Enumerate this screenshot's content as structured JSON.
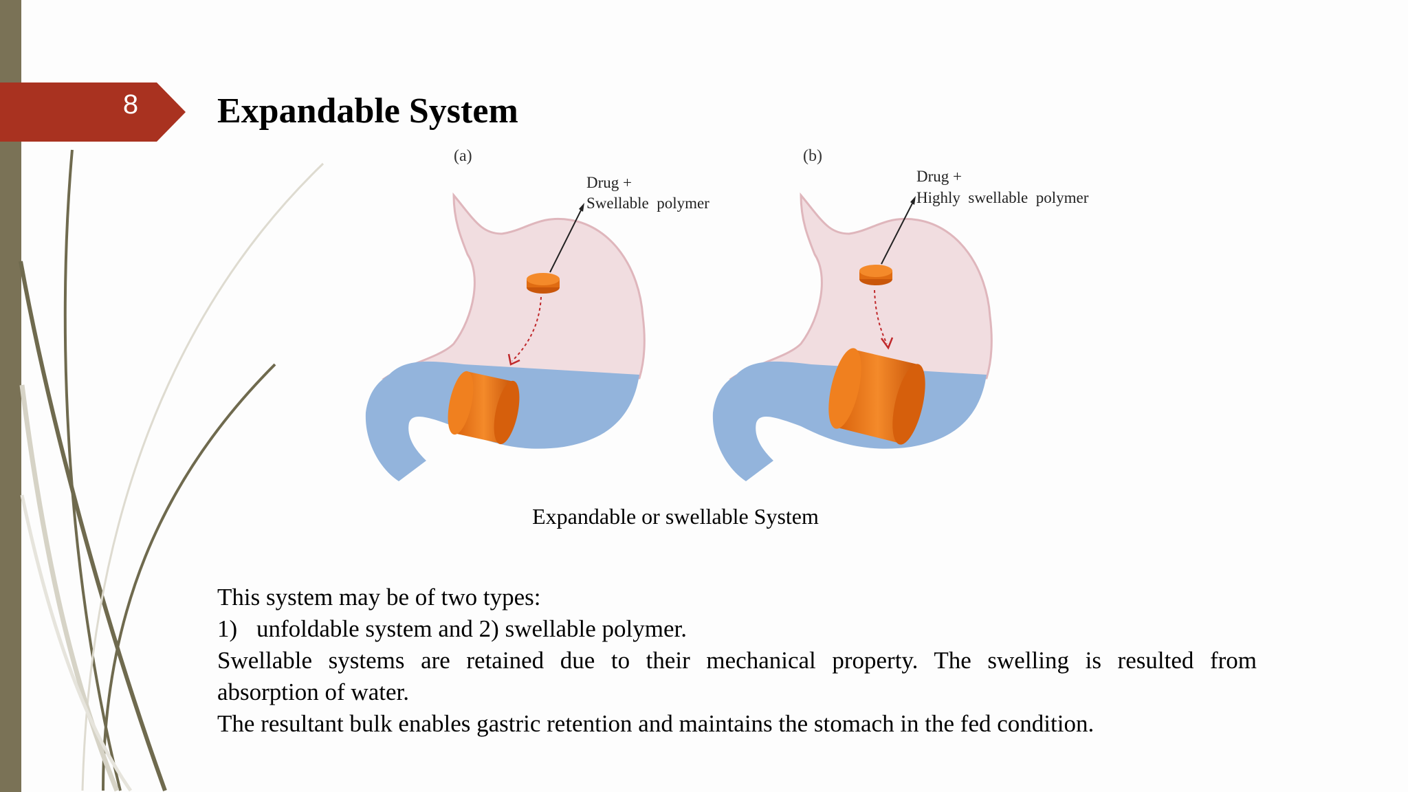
{
  "slide": {
    "number": "8",
    "title": "Expandable System"
  },
  "figure": {
    "panel_a": {
      "label": "(a)",
      "callout_line1": "Drug +",
      "callout_line2": "Swellable  polymer"
    },
    "panel_b": {
      "label": "(b)",
      "callout_line1": "Drug +",
      "callout_line2": "Highly  swellable  polymer"
    },
    "caption": "Expandable or swellable System"
  },
  "body": {
    "intro": "This system may be of two types:",
    "item_number": "1)",
    "item_text": "unfoldable system and 2) swellable polymer.",
    "para1_line1": "Swellable systems are retained due to their mechanical property. The swelling is resulted from",
    "para1_line2": "absorption of water.",
    "para2": "The resultant bulk enables gastric retention and maintains the stomach in the fed condition."
  },
  "colors": {
    "accent_badge": "#a93220",
    "left_bar": "#7a7256",
    "stomach_pink": "#f1dde0",
    "gastric_fluid_blue": "#93b4dc",
    "tablet_orange": "#ef7a1a"
  }
}
